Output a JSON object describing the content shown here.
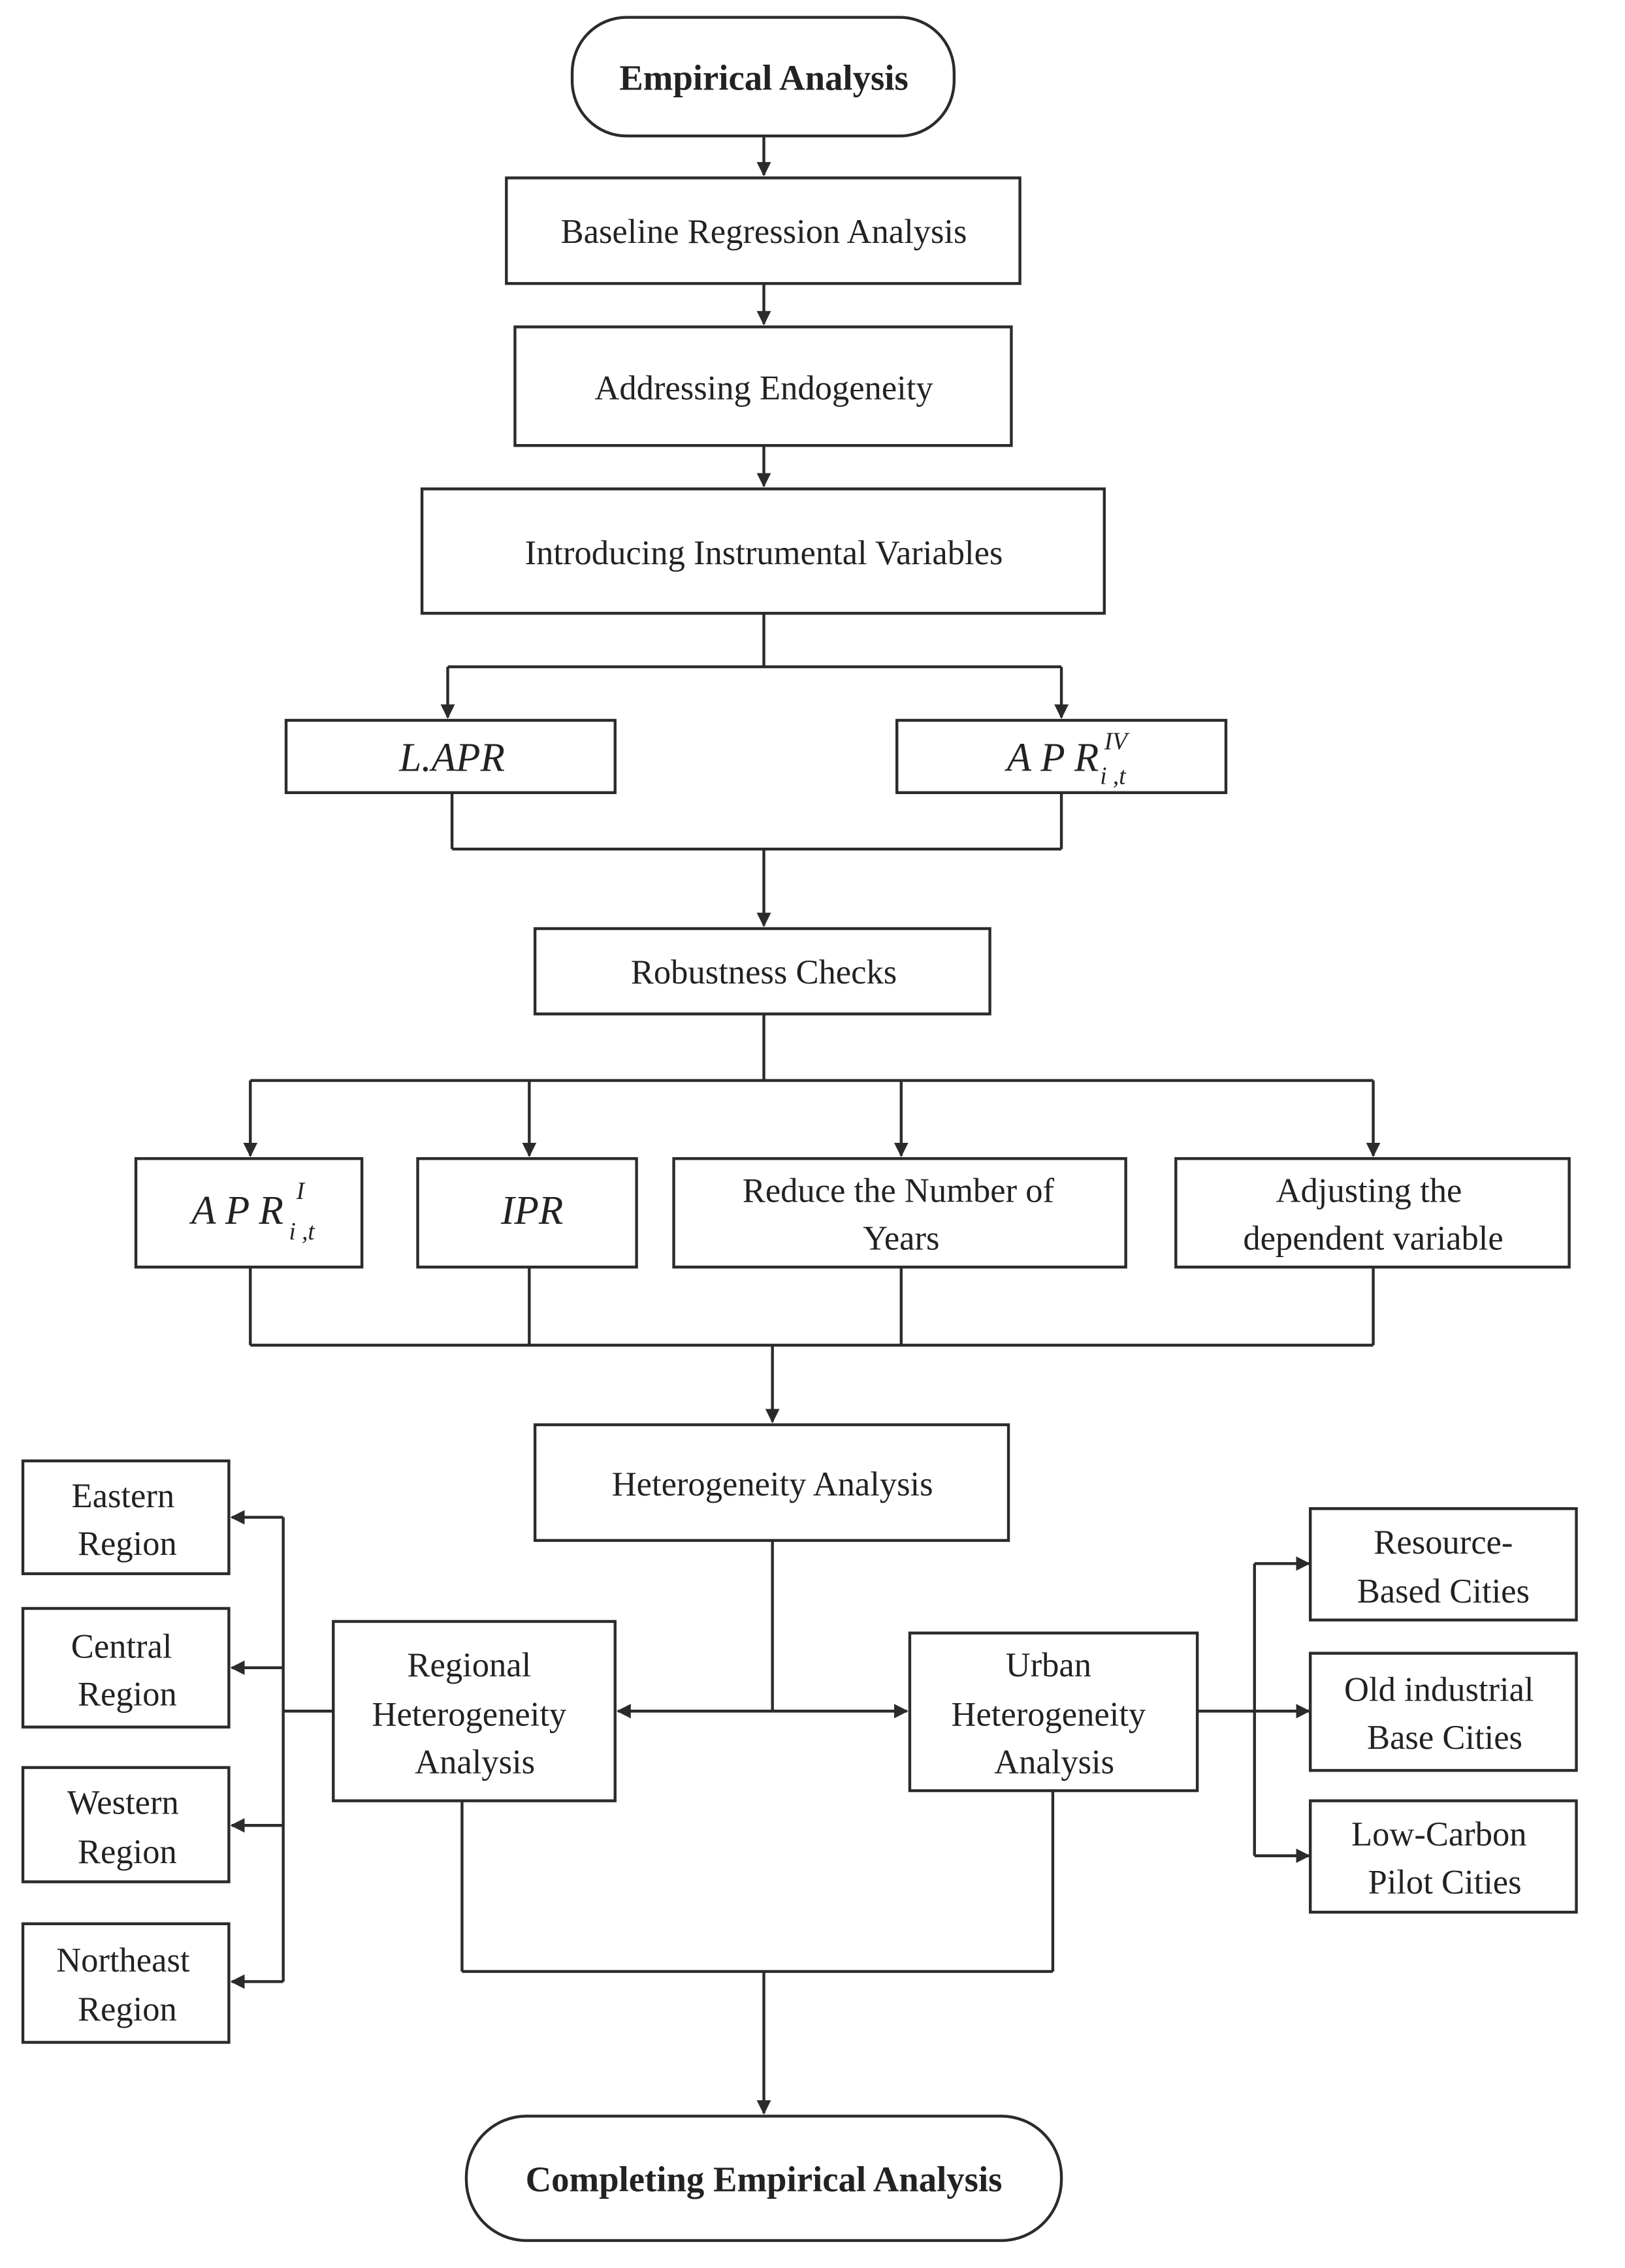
{
  "nodes": {
    "start": "Empirical Analysis",
    "baseline": "Baseline Regression Analysis",
    "endogeneity": "Addressing Endogeneity",
    "instrumental": "Introducing Instrumental Variables",
    "lapr": "L.APR",
    "apr_iv": {
      "base": "A P R",
      "sup": "IV",
      "sub": "i ,t"
    },
    "robustness": "Robustness Checks",
    "apr_i": {
      "base": "A P R",
      "sup": "I",
      "sub": "i ,t"
    },
    "ipr": "IPR",
    "reduce_years": [
      "Reduce the Number of",
      "Years"
    ],
    "adjust_dep": [
      "Adjusting the",
      "dependent variable"
    ],
    "heterogeneity": "Heterogeneity Analysis",
    "regional": [
      "Regional",
      "Heterogeneity",
      "Analysis"
    ],
    "urban": [
      "Urban",
      "Heterogeneity",
      "Analysis"
    ],
    "eastern": [
      "Eastern",
      "Region"
    ],
    "central": [
      "Central",
      "Region"
    ],
    "western": [
      "Western",
      "Region"
    ],
    "northeast": [
      "Northeast",
      "Region"
    ],
    "resource": [
      "Resource-",
      "Based Cities"
    ],
    "old_industrial": [
      "Old industrial",
      "Base Cities"
    ],
    "low_carbon": [
      "Low-Carbon",
      "Pilot Cities"
    ],
    "end": "Completing Empirical Analysis"
  },
  "colors": {
    "stroke": "#2b2b2b",
    "text": "#222222",
    "background": "#ffffff"
  }
}
